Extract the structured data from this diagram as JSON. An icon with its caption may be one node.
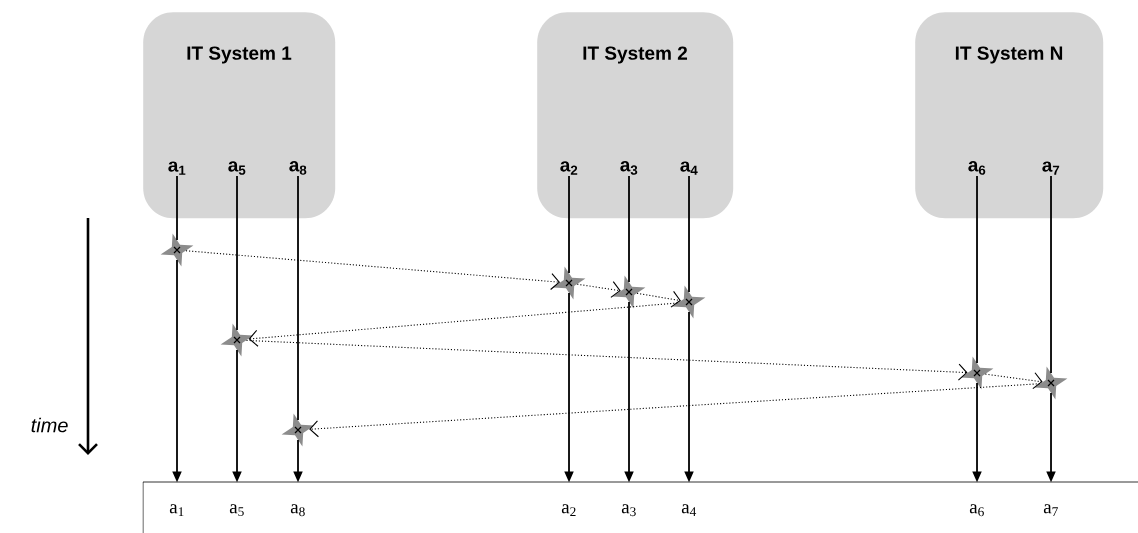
{
  "diagram": {
    "nodes": [
      {
        "text": [
          "IT System 1"
        ]
      },
      {
        "text": [
          "IT System 2"
        ]
      },
      {
        "text": [
          "IT System N"
        ]
      },
      {
        "text": [
          "a$_{1}$"
        ],
        "in": 0
      },
      {
        "text": [
          "a$_{5}$"
        ],
        "in": 0
      },
      {
        "text": [
          "a$_{8}$"
        ],
        "in": 0
      },
      {
        "text": [
          "a$_{2}$"
        ],
        "in": 1
      },
      {
        "text": [
          "a$_{3}$"
        ],
        "in": 1
      },
      {
        "text": [
          "a$_{4}$"
        ],
        "in": 1
      },
      {
        "text": [
          "a$_{6}$"
        ],
        "in": 2
      },
      {
        "text": [
          "a$_{7}$"
        ],
        "in": 2
      },
      {
        "text": [
          "a$_{1}$"
        ]
      },
      {
        "text": [
          "a$_{5}$"
        ]
      },
      {
        "text": [
          "a$_{8}$"
        ]
      },
      {
        "text": [
          "a$_{2}$"
        ]
      },
      {
        "text": [
          "a$_{3}$"
        ]
      },
      {
        "text": [
          "a$_{4}$"
        ]
      },
      {
        "text": [
          "a$_{6}$"
        ]
      },
      {
        "text": [
          "a$_{7}$"
        ]
      },
      {
        "text": [],
        "shape": "star"
      },
      {
        "text": [],
        "shape": "star"
      },
      {
        "text": [],
        "shape": "star"
      },
      {
        "text": [],
        "shape": "star"
      },
      {
        "text": [],
        "shape": "star"
      },
      {
        "text": [],
        "shape": "star"
      },
      {
        "text": [],
        "shape": "star"
      },
      {
        "text": [],
        "shape": "star"
      }
    ],
    "edges": [
      {
        "from": 3,
        "to": 19,
        "arrow": "none"
      },
      {
        "from": 19,
        "to": 11,
        "arrow": "to"
      },
      {
        "from": 4,
        "to": 23,
        "arrow": "none"
      },
      {
        "from": 23,
        "to": 12,
        "arrow": "to"
      },
      {
        "from": 5,
        "to": 26,
        "arrow": "none"
      },
      {
        "from": 26,
        "to": 13,
        "arrow": "to"
      },
      {
        "from": 6,
        "to": 20,
        "arrow": "none"
      },
      {
        "from": 20,
        "to": 14,
        "arrow": "to"
      },
      {
        "from": 7,
        "to": 21,
        "arrow": "none"
      },
      {
        "from": 21,
        "to": 15,
        "arrow": "to"
      },
      {
        "from": 8,
        "to": 22,
        "arrow": "none"
      },
      {
        "from": 22,
        "to": 16,
        "arrow": "to"
      },
      {
        "from": 9,
        "to": 24,
        "arrow": "none"
      },
      {
        "from": 24,
        "to": 17,
        "arrow": "to"
      },
      {
        "from": 10,
        "to": 25,
        "arrow": "none"
      },
      {
        "from": 25,
        "to": 18,
        "arrow": "to"
      },
      {
        "from": 19,
        "to": 20,
        "arrow": "to",
        "style": "dashed"
      },
      {
        "from": 20,
        "to": 21,
        "arrow": "to",
        "style": "dashed"
      },
      {
        "from": 21,
        "to": 22,
        "arrow": "to",
        "style": "dashed"
      },
      {
        "from": 22,
        "to": 23,
        "arrow": "to",
        "style": "dashed"
      },
      {
        "from": 23,
        "to": 24,
        "arrow": "to",
        "style": "dashed"
      },
      {
        "from": 24,
        "to": 25,
        "arrow": "to",
        "style": "dashed"
      },
      {
        "from": 25,
        "to": 26,
        "arrow": "to",
        "style": "dashed"
      }
    ],
    "labels": [
      "time"
    ]
  }
}
